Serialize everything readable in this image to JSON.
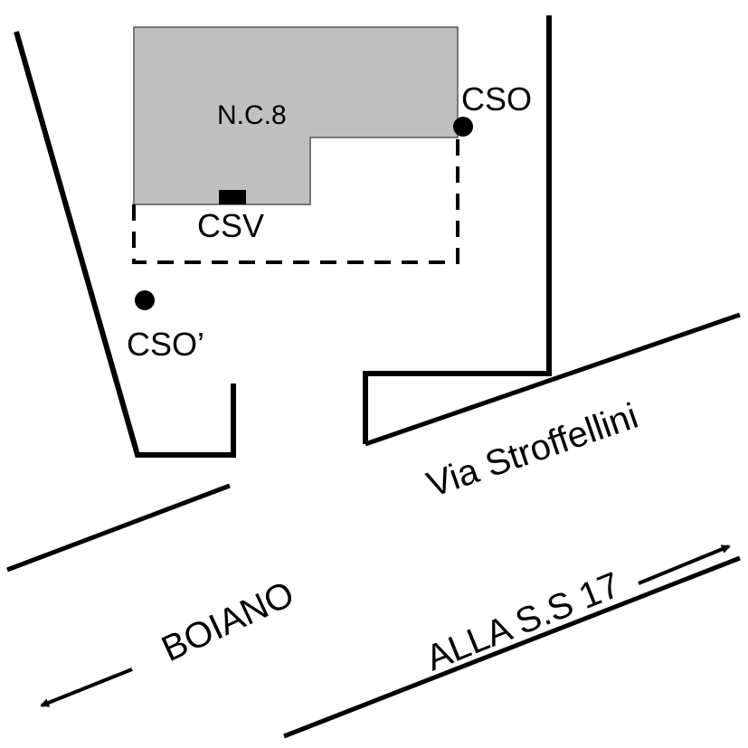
{
  "colors": {
    "ink": "#000000",
    "building_fill": "#c0c0c0",
    "building_stroke": "#555555",
    "background": "#ffffff"
  },
  "labels": {
    "building": "N.C.8",
    "cso": "CSO",
    "csv": "CSV",
    "cso_prime": "CSO’",
    "street": "Via Stroffellini",
    "direction_left": "BOIANO",
    "direction_right": "ALLA S.S 17"
  },
  "icons": {
    "cso_point": "filled-circle",
    "cso_prime_point": "filled-circle",
    "csv_marker": "filled-rectangle",
    "arrow_left": "arrow-left-icon",
    "arrow_right": "arrow-right-icon"
  }
}
